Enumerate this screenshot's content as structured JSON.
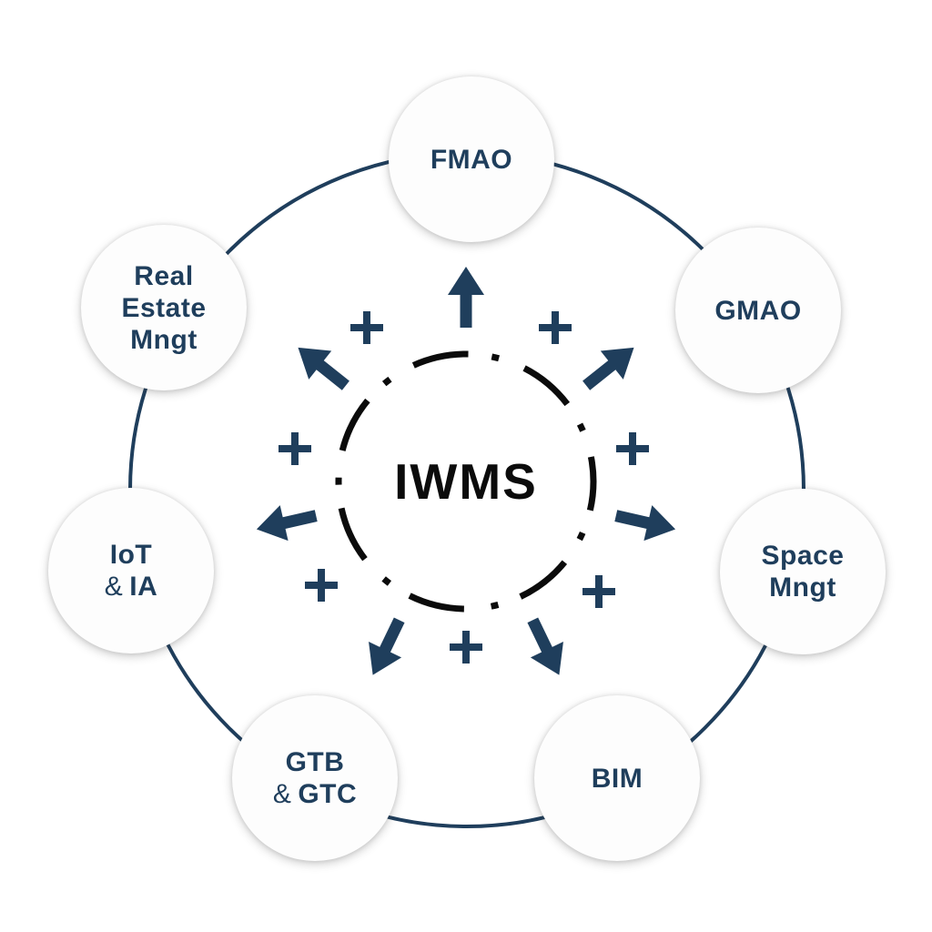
{
  "diagram": {
    "center": {
      "label": "IWMS"
    },
    "nodes": [
      {
        "id": "fmao",
        "lines": [
          "FMAO"
        ]
      },
      {
        "id": "gmao",
        "lines": [
          "GMAO"
        ]
      },
      {
        "id": "space-mngt",
        "lines": [
          "Space",
          "Mngt"
        ]
      },
      {
        "id": "bim",
        "lines": [
          "BIM"
        ]
      },
      {
        "id": "gtb-gtc",
        "lines": [
          "GTB"
        ],
        "amp": "&",
        "amp_rest": "GTC"
      },
      {
        "id": "iot-ia",
        "lines": [
          "IoT"
        ],
        "amp": "&",
        "amp_rest": "IA"
      },
      {
        "id": "real-estate",
        "lines": [
          "Real",
          "Estate",
          "Mngt"
        ]
      }
    ],
    "icons": {
      "radial_arrow": "outward-arrow",
      "connector": "plus"
    },
    "colors": {
      "accent_navy": "#1f3e5c",
      "ink_black": "#0b0b0b",
      "node_fill": "#fdfdfd",
      "background": "#ffffff"
    }
  }
}
